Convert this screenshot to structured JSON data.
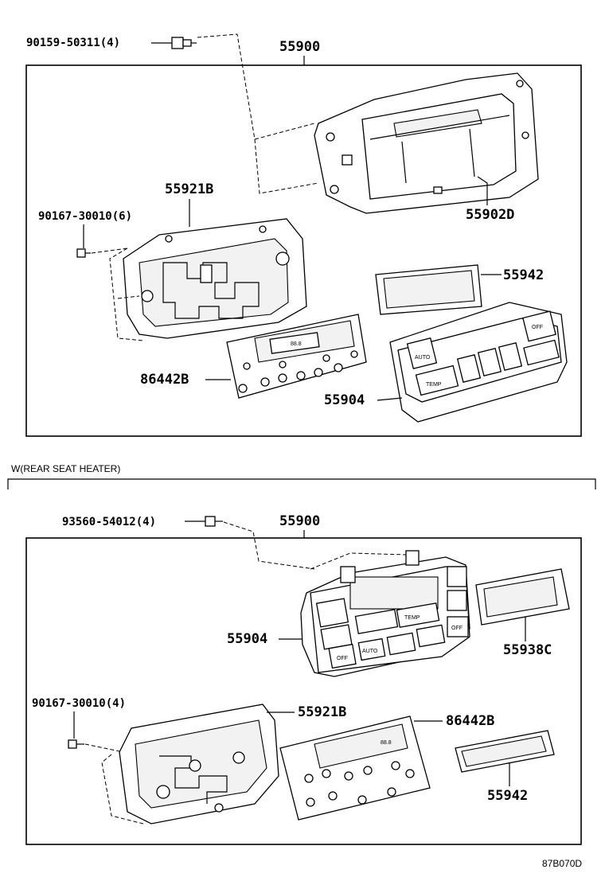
{
  "top_section": {
    "labels": {
      "bolt": "90159-50311(4)",
      "assembly": "55900",
      "screw": "90167-30010(6)",
      "bracket": "55921B",
      "housing": "55902D",
      "window": "55942",
      "board": "86442B",
      "control": "55904"
    },
    "buttons": {
      "auto": "AUTO",
      "temp": "TEMP",
      "off": "OFF",
      "display": "88.8"
    }
  },
  "section_caption": "W(REAR SEAT HEATER)",
  "bottom_section": {
    "labels": {
      "bolt": "93560-54012(4)",
      "assembly": "55900",
      "control": "55904",
      "window_c": "55938C",
      "screw": "90167-30010(4)",
      "bracket": "55921B",
      "board": "86442B",
      "window": "55942"
    },
    "buttons": {
      "auto": "AUTO",
      "temp": "TEMP",
      "off_left": "OFF",
      "off_right": "OFF",
      "display": "88.8"
    }
  },
  "diagram_code": "87B070D"
}
